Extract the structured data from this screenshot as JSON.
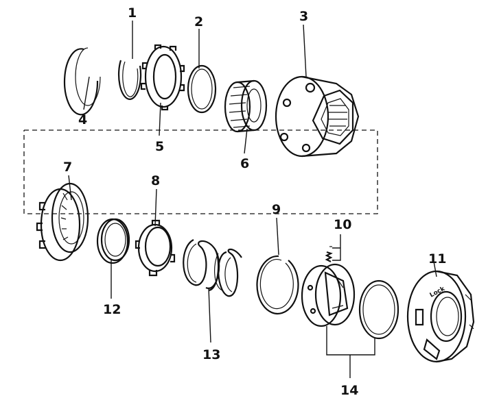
{
  "callouts": {
    "c1": "1",
    "c2": "2",
    "c3": "3",
    "c4": "4",
    "c5": "5",
    "c6": "6",
    "c7": "7",
    "c8": "8",
    "c9": "9",
    "c10": "10",
    "c11": "11",
    "c12": "12",
    "c13": "13",
    "c14": "14"
  },
  "hub_cap_text": "Lock",
  "colors": {
    "ink": "#111111",
    "paper": "#ffffff"
  }
}
